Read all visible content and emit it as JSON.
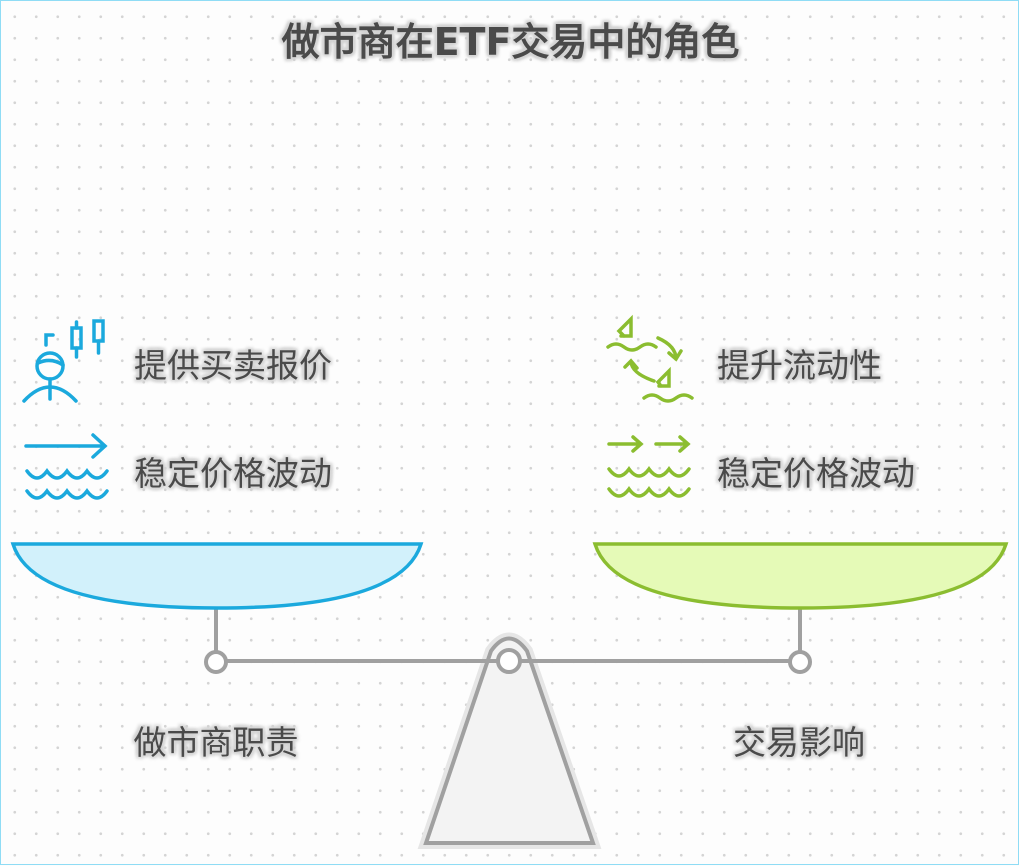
{
  "title": "做市商在ETF交易中的角色",
  "left": {
    "label": "做市商职责",
    "color": "#1ba9dd",
    "fill": "#d2f1fb",
    "items": [
      {
        "text": "提供买卖报价",
        "icon": "trader-candlestick-icon"
      },
      {
        "text": "稳定价格波动",
        "icon": "arrow-waves-icon"
      }
    ]
  },
  "right": {
    "label": "交易影响",
    "color": "#8bbd30",
    "fill": "#e5fab7",
    "items": [
      {
        "text": "提升流动性",
        "icon": "boats-cycle-icon"
      },
      {
        "text": "稳定价格波动",
        "icon": "double-arrow-waves-icon"
      }
    ]
  }
}
